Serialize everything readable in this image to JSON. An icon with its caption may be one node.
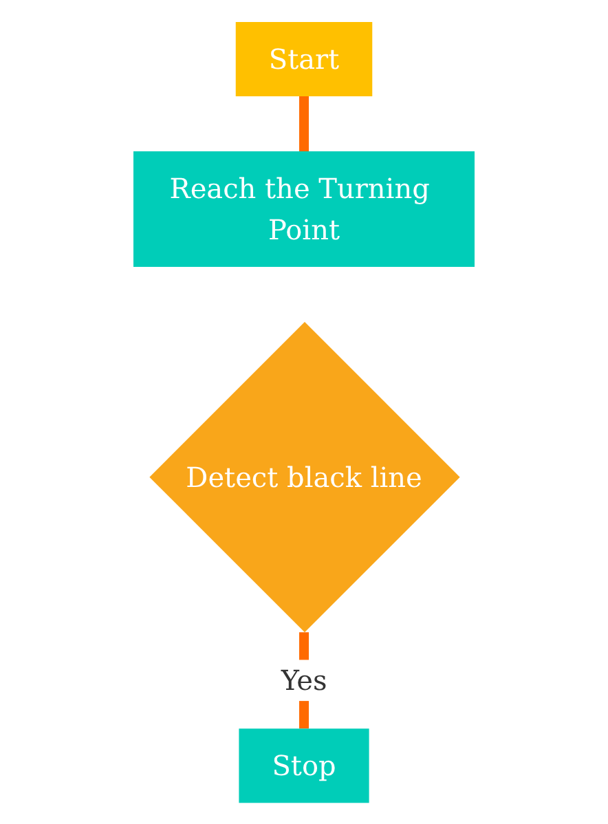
{
  "diagram": {
    "nodes": [
      {
        "text": [
          "Start"
        ]
      },
      {
        "text": [
          "Reach the Turning Point"
        ]
      },
      {
        "text": [
          "Detect black line"
        ]
      },
      {
        "text": [
          "Stop"
        ]
      }
    ],
    "edges": [
      {
        "from": 0,
        "to": 1,
        "arrow": "none"
      },
      {
        "from": 2,
        "to": 3,
        "arrow": "none",
        "label": "Yes"
      }
    ]
  }
}
